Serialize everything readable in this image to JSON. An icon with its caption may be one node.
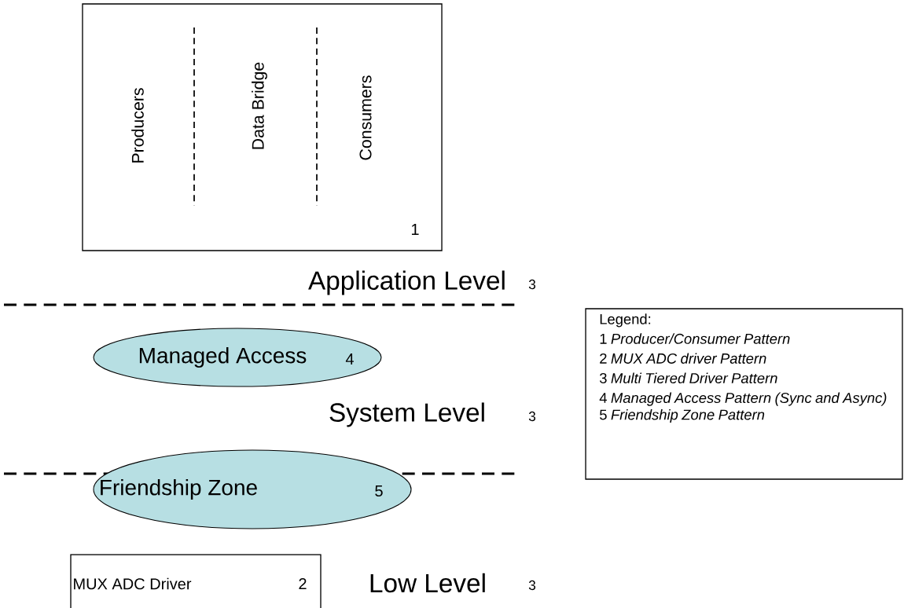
{
  "diagram": {
    "nodes": [
      {
        "text": [
          "Producers",
          "Data Bridge",
          "Consumers",
          "1"
        ]
      },
      {
        "text": [
          "Managed Access",
          "4"
        ]
      },
      {
        "text": [
          "Friendship Zone",
          "5"
        ]
      },
      {
        "text": [
          "MUX ADC Driver",
          "2"
        ]
      },
      {
        "text": [
          "Legend:",
          "1 *Producer/Consumer Pattern*",
          "2 *MUX ADC driver Pattern*",
          "3 *Multi Tiered Driver Pattern*",
          "4 *Managed Access Pattern (Sync and Async)*",
          "5 *Friendship Zone Pattern*"
        ]
      }
    ],
    "labels": [
      "Application Level",
      "3",
      "System Level",
      "3",
      "Low Level",
      "3"
    ]
  }
}
